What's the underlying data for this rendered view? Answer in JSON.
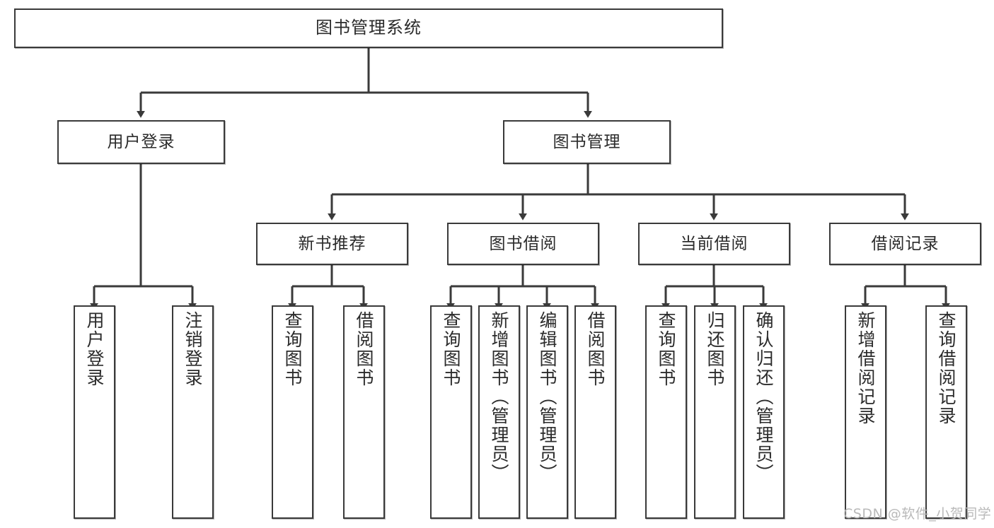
{
  "diagram": {
    "type": "tree",
    "title": "图书管理系统",
    "watermark": "CSDN @软件_小贺同学",
    "colors": {
      "box_border": "#3a3a3a",
      "box_fill": "#ffffff",
      "connector": "#3a3a3a",
      "text": "#2b2b2b",
      "watermark": "#b9b9b9"
    },
    "levels": {
      "root": {
        "label": "图书管理系统"
      },
      "level2": [
        {
          "id": "user-login",
          "label": "用户登录"
        },
        {
          "id": "book-mgmt",
          "label": "图书管理"
        }
      ],
      "level3": [
        {
          "id": "new-book-rec",
          "label": "新书推荐",
          "parent": "book-mgmt"
        },
        {
          "id": "book-borrow",
          "label": "图书借阅",
          "parent": "book-mgmt"
        },
        {
          "id": "current-borrow",
          "label": "当前借阅",
          "parent": "book-mgmt"
        },
        {
          "id": "borrow-record",
          "label": "借阅记录",
          "parent": "book-mgmt"
        }
      ],
      "leaves": [
        {
          "id": "leaf-user-login",
          "label": "用户登录",
          "parent": "user-login"
        },
        {
          "id": "leaf-logout",
          "label": "注销登录",
          "parent": "user-login"
        },
        {
          "id": "leaf-query-book-1",
          "label": "查询图书",
          "parent": "new-book-rec"
        },
        {
          "id": "leaf-borrow-book-1",
          "label": "借阅图书",
          "parent": "new-book-rec"
        },
        {
          "id": "leaf-query-book-2",
          "label": "查询图书",
          "parent": "book-borrow"
        },
        {
          "id": "leaf-add-book",
          "label": "新增图书（管理员）",
          "parent": "book-borrow"
        },
        {
          "id": "leaf-edit-book",
          "label": "编辑图书（管理员）",
          "parent": "book-borrow"
        },
        {
          "id": "leaf-borrow-book-2",
          "label": "借阅图书",
          "parent": "book-borrow"
        },
        {
          "id": "leaf-query-book-3",
          "label": "查询图书",
          "parent": "current-borrow"
        },
        {
          "id": "leaf-return-book",
          "label": "归还图书",
          "parent": "current-borrow"
        },
        {
          "id": "leaf-confirm-return",
          "label": "确认归还（管理员）",
          "parent": "current-borrow"
        },
        {
          "id": "leaf-add-record",
          "label": "新增借阅记录",
          "parent": "borrow-record"
        },
        {
          "id": "leaf-query-record",
          "label": "查询借阅记录",
          "parent": "borrow-record"
        }
      ]
    }
  }
}
